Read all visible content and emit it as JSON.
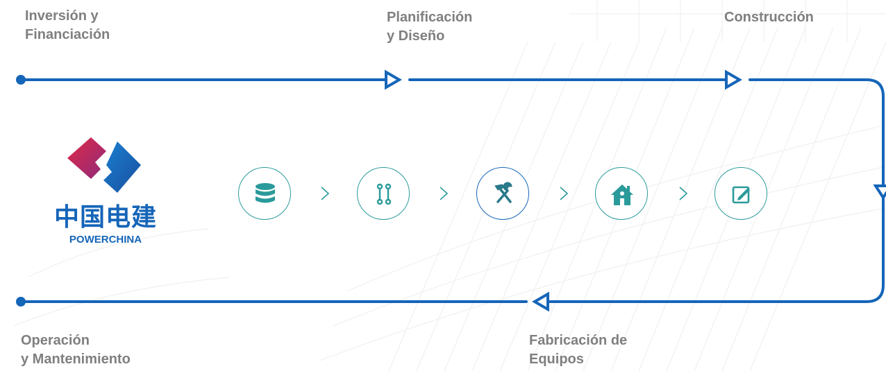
{
  "stages": {
    "investment": {
      "line1": "Inversión y",
      "line2": "Financiación"
    },
    "planning": {
      "line1": "Planificación",
      "line2": "y Diseño"
    },
    "construction": {
      "line1": "Construcción"
    },
    "equipment": {
      "line1": "Fabricación de",
      "line2": "Equipos"
    },
    "operation": {
      "line1": "Operación",
      "line2": "y Mantenimiento"
    }
  },
  "logo": {
    "chinese": "中国电建",
    "english": "POWERCHINA"
  },
  "icons": [
    {
      "name": "database-icon"
    },
    {
      "name": "network-link-icon"
    },
    {
      "name": "tools-icon"
    },
    {
      "name": "home-icon"
    },
    {
      "name": "edit-icon"
    }
  ],
  "colors": {
    "flow_line": "#1565b8",
    "icon_teal": "#2a9a9a",
    "label_gray": "#7f7f7f",
    "logo_blue": "#1565b8",
    "logo_red": "#d0264a"
  }
}
